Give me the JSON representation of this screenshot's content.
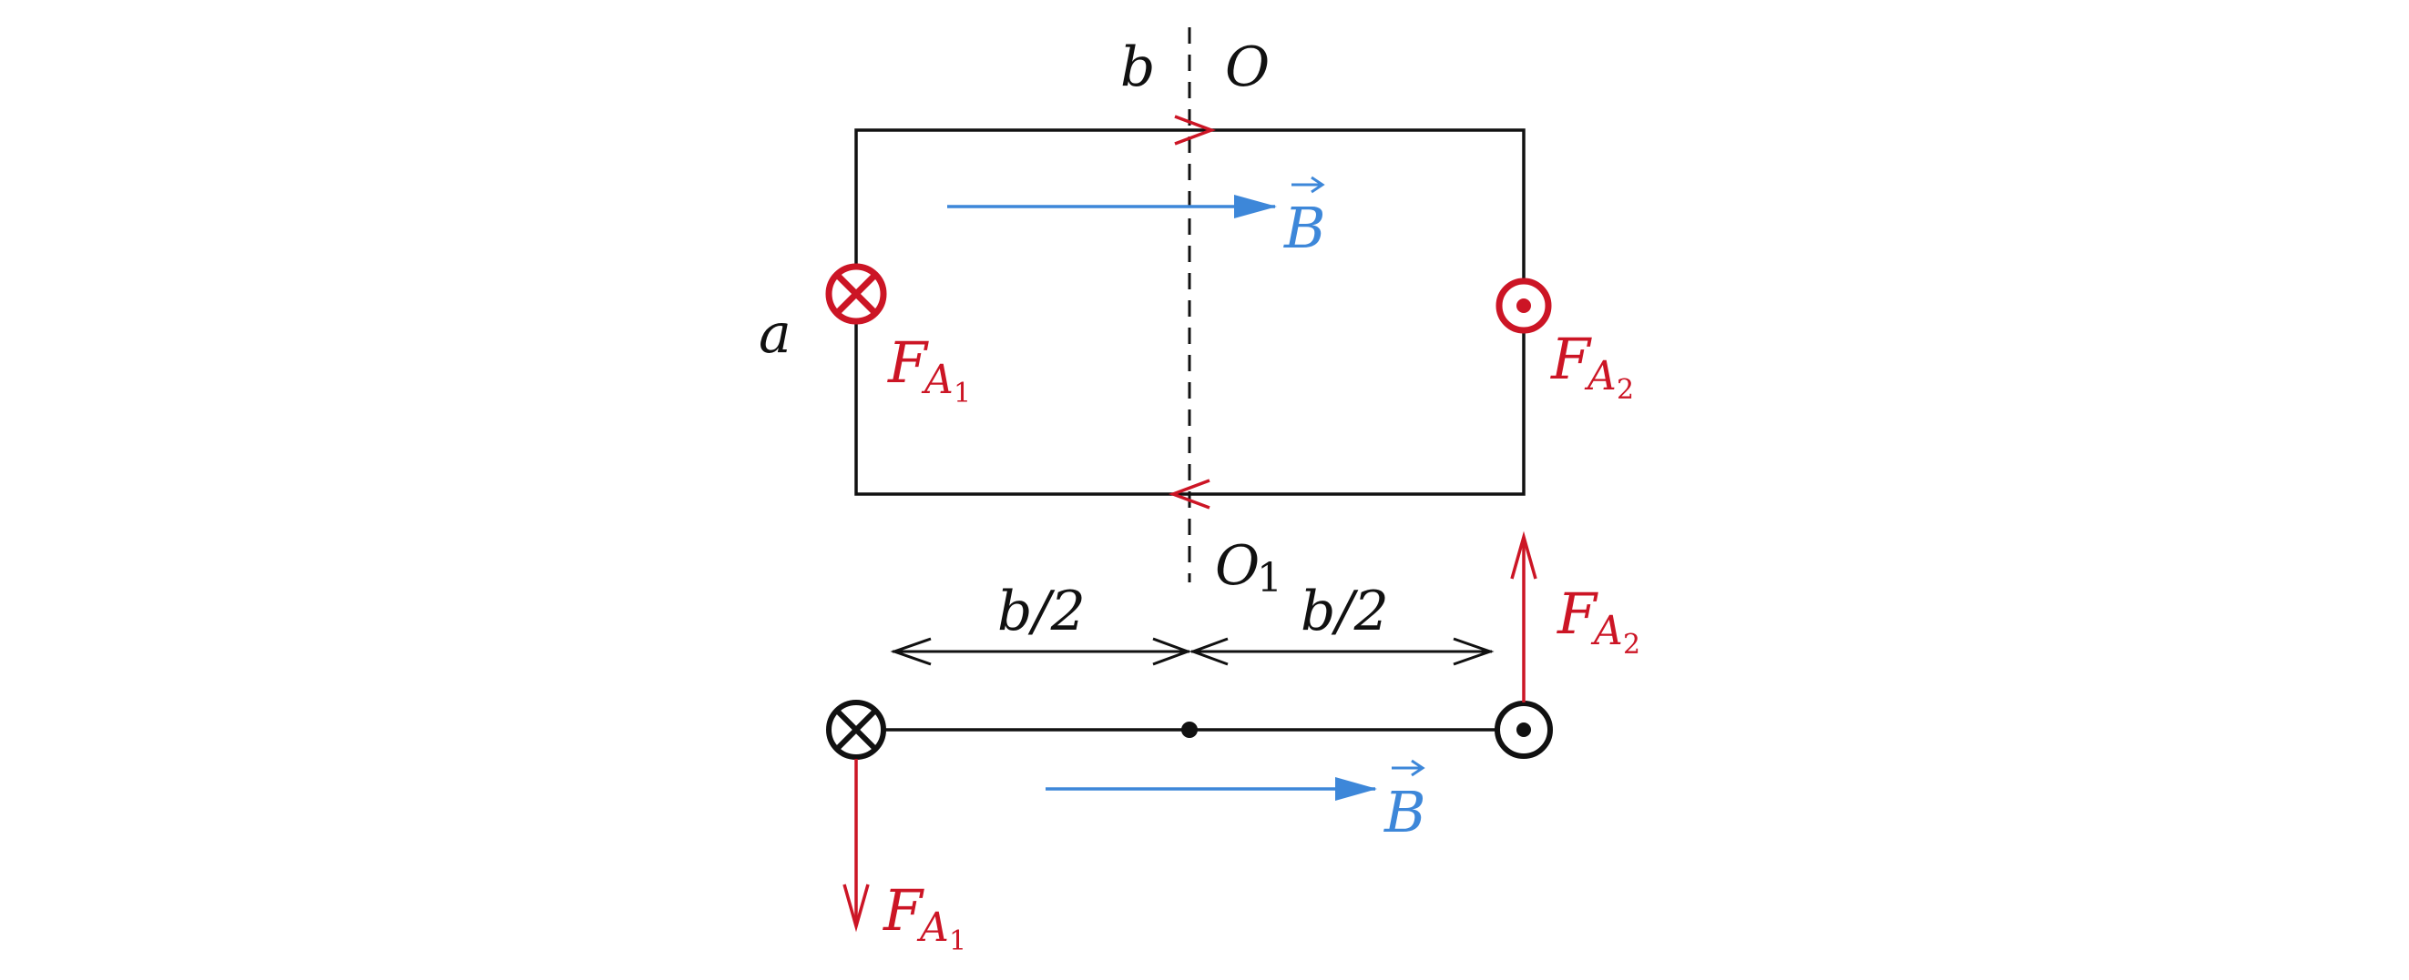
{
  "colors": {
    "wire": "#111111",
    "force": "#cc1525",
    "field": "#3d87d9"
  },
  "top_view": {
    "axis_label_b": "b",
    "axis_label_O": "O",
    "side_label_a": "a",
    "field_symbol": "B",
    "force_left": {
      "base": "F",
      "sub_letter": "A",
      "sub_index": "1"
    },
    "force_right": {
      "base": "F",
      "sub_letter": "A",
      "sub_index": "2"
    },
    "left_marker_icon": "cross-in-circle-icon",
    "right_marker_icon": "dot-in-circle-icon"
  },
  "side_view": {
    "axis_label_O1": {
      "base": "O",
      "sub": "1"
    },
    "half_left": "b/2",
    "half_right": "b/2",
    "field_symbol": "B",
    "force_left": {
      "base": "F",
      "sub_letter": "A",
      "sub_index": "1"
    },
    "force_right": {
      "base": "F",
      "sub_letter": "A",
      "sub_index": "2"
    },
    "left_marker_icon": "cross-in-circle-icon",
    "right_marker_icon": "dot-in-circle-icon"
  }
}
